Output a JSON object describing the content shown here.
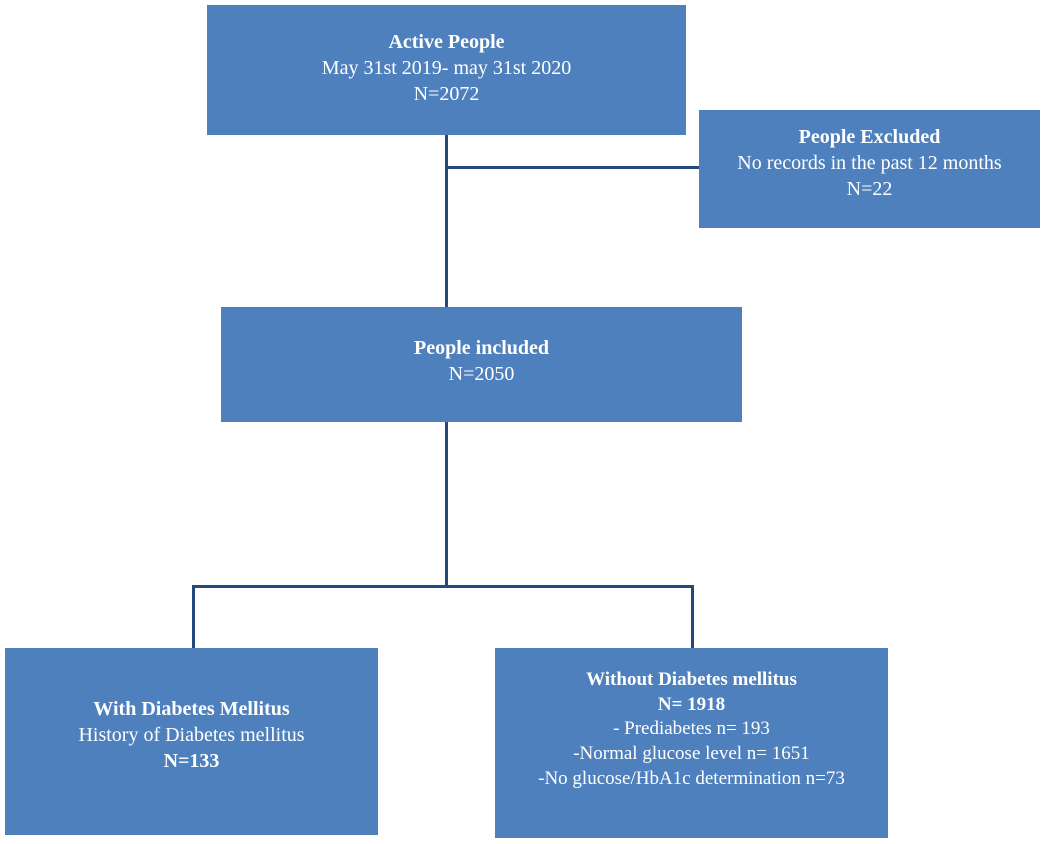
{
  "diagram": {
    "type": "flowchart",
    "title": "Study population flow diagram",
    "colors": {
      "node_fill": "#4E80BD",
      "node_text": "#FFFFFF",
      "connector": "#23497D",
      "background": "#FFFFFF"
    },
    "nodes": [
      {
        "id": "active-people",
        "lines": [
          {
            "text": "Active People",
            "bold": true
          },
          {
            "text": "May 31st 2019- may 31st 2020",
            "bold": false
          },
          {
            "text": "N=2072",
            "bold": false
          }
        ]
      },
      {
        "id": "people-excluded",
        "lines": [
          {
            "text": "People Excluded",
            "bold": true
          },
          {
            "text": "No records in the past 12 months",
            "bold": false
          },
          {
            "text": "N=22",
            "bold": false
          }
        ]
      },
      {
        "id": "people-included",
        "lines": [
          {
            "text": "People included",
            "bold": true
          },
          {
            "text": "N=2050",
            "bold": false
          }
        ]
      },
      {
        "id": "with-diabetes-mellitus",
        "lines": [
          {
            "text": "With Diabetes Mellitus",
            "bold": true
          },
          {
            "text": "History of Diabetes mellitus",
            "bold": false
          },
          {
            "text": "N=133",
            "bold": true
          }
        ]
      },
      {
        "id": "without-diabetes-mellitus",
        "lines": [
          {
            "text": "Without Diabetes mellitus",
            "bold": true
          },
          {
            "text": "N= 1918",
            "bold": true
          },
          {
            "text": "- Prediabetes n= 193",
            "bold": false
          },
          {
            "text": "-Normal glucose level n= 1651",
            "bold": false
          },
          {
            "text": "-No glucose/HbA1c determination n=73",
            "bold": false
          }
        ]
      }
    ],
    "edges": [
      {
        "id": "stem-top",
        "from": "active-people",
        "to": "people-included"
      },
      {
        "id": "branch-excluded",
        "from": "active-people",
        "to": "people-excluded"
      },
      {
        "id": "stem-mid",
        "from": "people-included",
        "to": "split"
      },
      {
        "id": "drop-left",
        "from": "split",
        "to": "with-diabetes-mellitus"
      },
      {
        "id": "drop-right",
        "from": "split",
        "to": "without-diabetes-mellitus"
      }
    ]
  }
}
